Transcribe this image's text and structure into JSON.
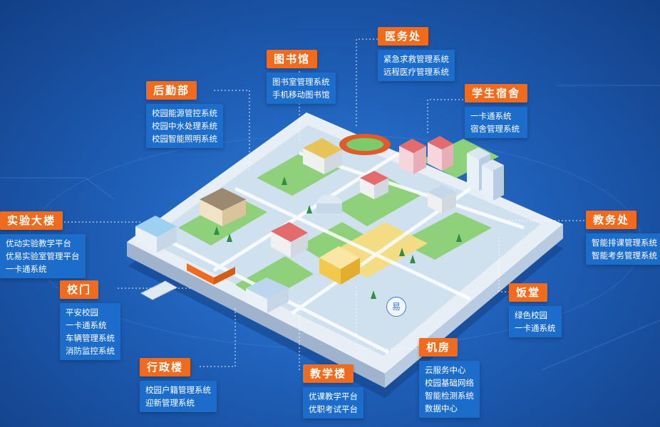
{
  "callouts": {
    "yiwuchu": {
      "title": "医务处",
      "items": [
        "紧急求救管理系统",
        "远程医疗管理系统"
      ]
    },
    "tushuguan": {
      "title": "图书馆",
      "items": [
        "图书室管理系统",
        "手机移动图书馆"
      ]
    },
    "houqinbu": {
      "title": "后勤部",
      "items": [
        "校园能源管控系统",
        "校园中水处理系统",
        "校园智能照明系统"
      ]
    },
    "xueshengsushe": {
      "title": "学生宿舍",
      "items": [
        "一卡通系统",
        "宿舍管理系统"
      ]
    },
    "shiyandalou": {
      "title": "实验大楼",
      "items": [
        "优动实验教学平台",
        "优易实验室管理平台",
        "一卡通系统"
      ]
    },
    "jiaowuchu": {
      "title": "教务处",
      "items": [
        "智能排课管理系统",
        "智能考务管理系统"
      ]
    },
    "xiaomen": {
      "title": "校门",
      "items": [
        "平安校园",
        "一卡通系统",
        "车辆管理系统",
        "消防监控系统"
      ]
    },
    "fantang": {
      "title": "饭堂",
      "items": [
        "绿色校园",
        "一卡通系统"
      ]
    },
    "jifang": {
      "title": "机房",
      "items": [
        "云服务中心",
        "校园基础网络",
        "智能检测系统",
        "数据中心"
      ]
    },
    "xingzhenglou": {
      "title": "行政楼",
      "items": [
        "校园户籍管理系统",
        "迎新管理系统"
      ]
    },
    "jiaoxuelou": {
      "title": "教学楼",
      "items": [
        "优课教学平台",
        "优职考试平台"
      ]
    }
  },
  "brand_mark": "易",
  "colors": {
    "title_bg": "#f26a1b",
    "item_bg": "#1c6fcd",
    "background": "#1f5fb8"
  }
}
